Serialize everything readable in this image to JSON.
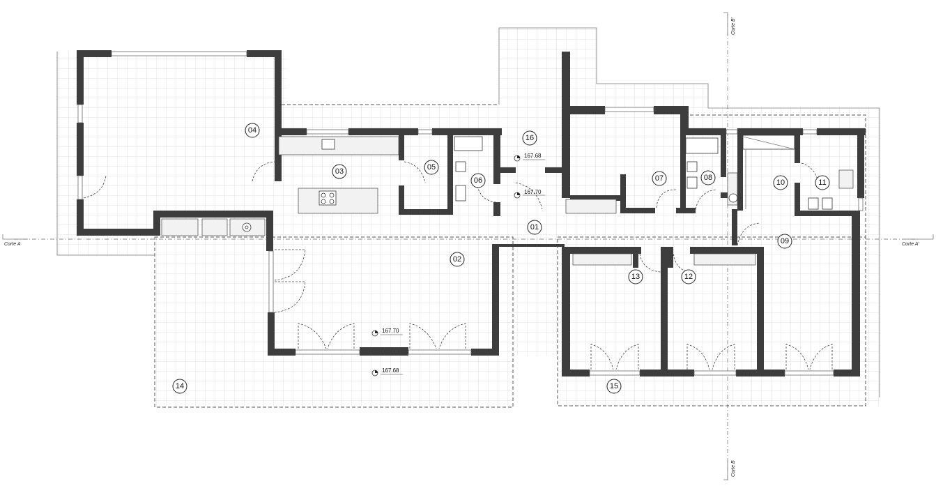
{
  "rooms": [
    {
      "id": "01"
    },
    {
      "id": "02"
    },
    {
      "id": "03"
    },
    {
      "id": "04"
    },
    {
      "id": "05"
    },
    {
      "id": "06"
    },
    {
      "id": "07"
    },
    {
      "id": "08"
    },
    {
      "id": "09"
    },
    {
      "id": "10"
    },
    {
      "id": "11"
    },
    {
      "id": "12"
    },
    {
      "id": "13"
    },
    {
      "id": "14"
    },
    {
      "id": "15"
    },
    {
      "id": "16"
    }
  ],
  "elevations": [
    {
      "label": "167.68"
    },
    {
      "label": "167.70"
    },
    {
      "label": "167.70"
    },
    {
      "label": "167.68"
    }
  ],
  "sections": {
    "a_left": "Corte A",
    "a_right": "Corte A'",
    "b_top": "Corte B'",
    "b_bottom": "Corte B"
  }
}
